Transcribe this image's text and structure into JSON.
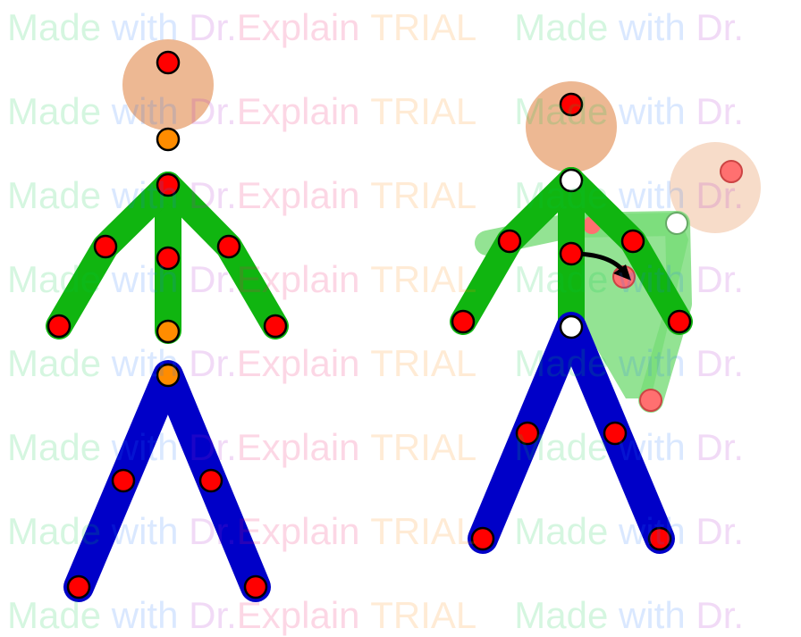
{
  "watermark": {
    "words": [
      "Made",
      "with",
      "Dr.",
      "Explain",
      "TRIAL"
    ]
  },
  "colors": {
    "head": "#edb893",
    "torso_arms": "#10b510",
    "legs": "#0000c8",
    "joint_red": "#ff0000",
    "joint_orange": "#ff8c00",
    "joint_white": "#ffffff",
    "ghost_arm": "#78dc78",
    "ghost_head": "#f7dcc9",
    "ghost_joint": "#ff7070"
  },
  "figures": [
    {
      "id": "figure-assembled-separate",
      "joint_style": "orange-connectors"
    },
    {
      "id": "figure-bending",
      "joint_style": "white-pivots",
      "motion": "arm-rotate"
    }
  ]
}
